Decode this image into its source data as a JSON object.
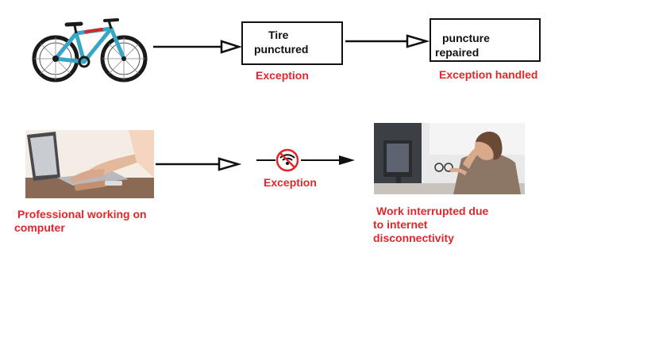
{
  "row1": {
    "box1_line1": "Tire",
    "box1_line2": "punctured",
    "box1_caption": "Exception",
    "box2_line1": "puncture",
    "box2_line2": "repaired",
    "box2_caption": "Exception handled"
  },
  "row2": {
    "left_caption_line1": "Professional working on",
    "left_caption_line2": "computer",
    "middle_caption": "Exception",
    "right_caption_line1": "Work interrupted due",
    "right_caption_line2": "to internet",
    "right_caption_line3": "disconnectivity"
  },
  "colors": {
    "exception_text": "#e3262b",
    "bicycle_frame": "#3aa6c6",
    "no_wifi_sign": "#e3262b"
  },
  "icons": [
    "bicycle-image",
    "laptop-photo",
    "no-wifi-icon",
    "frustrated-worker-photo"
  ]
}
